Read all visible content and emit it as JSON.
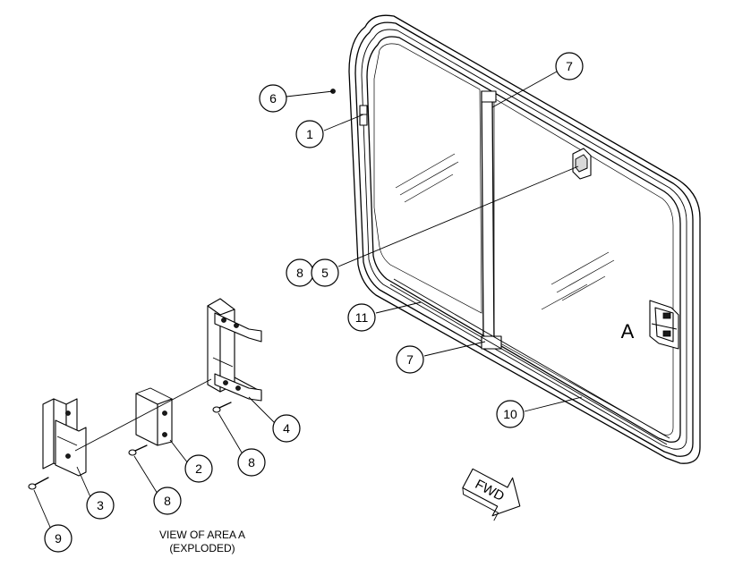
{
  "balloons": [
    {
      "id": "b6",
      "text": "6"
    },
    {
      "id": "b1",
      "text": "1"
    },
    {
      "id": "b7a",
      "text": "7"
    },
    {
      "id": "b8a",
      "text": "8"
    },
    {
      "id": "b5",
      "text": "5"
    },
    {
      "id": "b11",
      "text": "11"
    },
    {
      "id": "b7b",
      "text": "7"
    },
    {
      "id": "b10",
      "text": "10"
    },
    {
      "id": "b4",
      "text": "4"
    },
    {
      "id": "b8b",
      "text": "8"
    },
    {
      "id": "b2",
      "text": "2"
    },
    {
      "id": "b3",
      "text": "3"
    },
    {
      "id": "b8c",
      "text": "8"
    },
    {
      "id": "b9",
      "text": "9"
    }
  ],
  "area_label": "A",
  "view_caption": [
    "VIEW OF AREA  A",
    "(EXPLODED)"
  ],
  "direction_arrow": "FWD"
}
